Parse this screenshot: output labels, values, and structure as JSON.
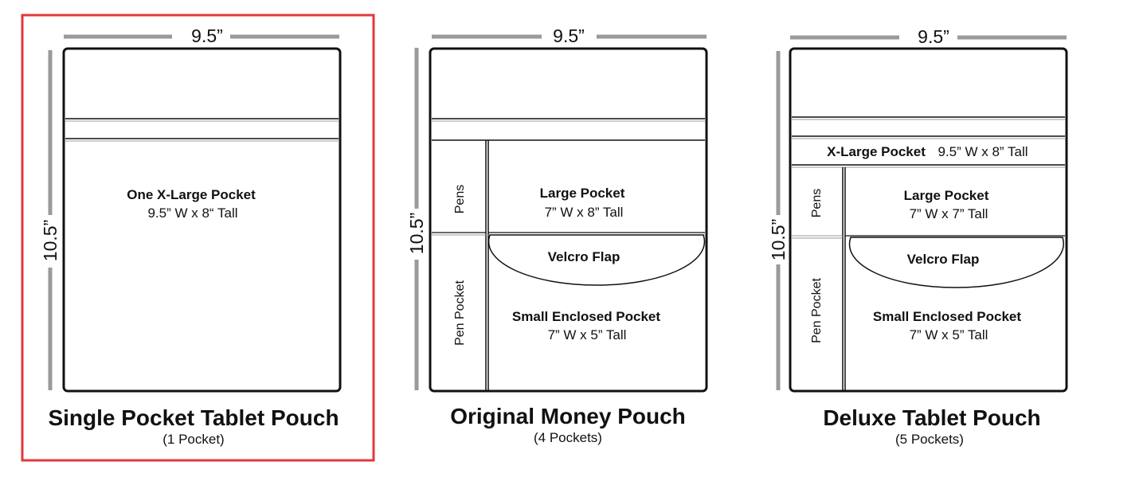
{
  "pouches": [
    {
      "title": "Single Pocket Tablet Pouch",
      "subtitle": "(1 Pocket)",
      "width_label": "9.5”",
      "height_label": "10.5”",
      "selected": true,
      "pockets": [
        {
          "name": "One X-Large Pocket",
          "size": "9.5” W x 8“ Tall"
        }
      ]
    },
    {
      "title": "Original Money Pouch",
      "subtitle": "(4 Pockets)",
      "width_label": "9.5”",
      "height_label": "10.5”",
      "selected": false,
      "pockets": [
        {
          "name": "Large Pocket",
          "size": "7” W x 8” Tall"
        },
        {
          "name": "Velcro Flap"
        },
        {
          "name": "Small Enclosed Pocket",
          "size": "7” W x 5” Tall"
        },
        {
          "name": "Pens"
        },
        {
          "name": "Pen Pocket"
        }
      ]
    },
    {
      "title": "Deluxe Tablet Pouch",
      "subtitle": "(5 Pockets)",
      "width_label": "9.5”",
      "height_label": "10.5”",
      "selected": false,
      "pockets": [
        {
          "name": "X-Large Pocket",
          "size": "9.5” W x 8” Tall"
        },
        {
          "name": "Large Pocket",
          "size": "7” W x 7” Tall"
        },
        {
          "name": "Velcro Flap"
        },
        {
          "name": "Small Enclosed Pocket",
          "size": "7” W x 5” Tall"
        },
        {
          "name": "Pens"
        },
        {
          "name": "Pen Pocket"
        }
      ]
    }
  ],
  "colors": {
    "outline": "#111111",
    "dimension": "#9a9a9a",
    "selection": "#e03a3a",
    "seam": "#777777"
  }
}
